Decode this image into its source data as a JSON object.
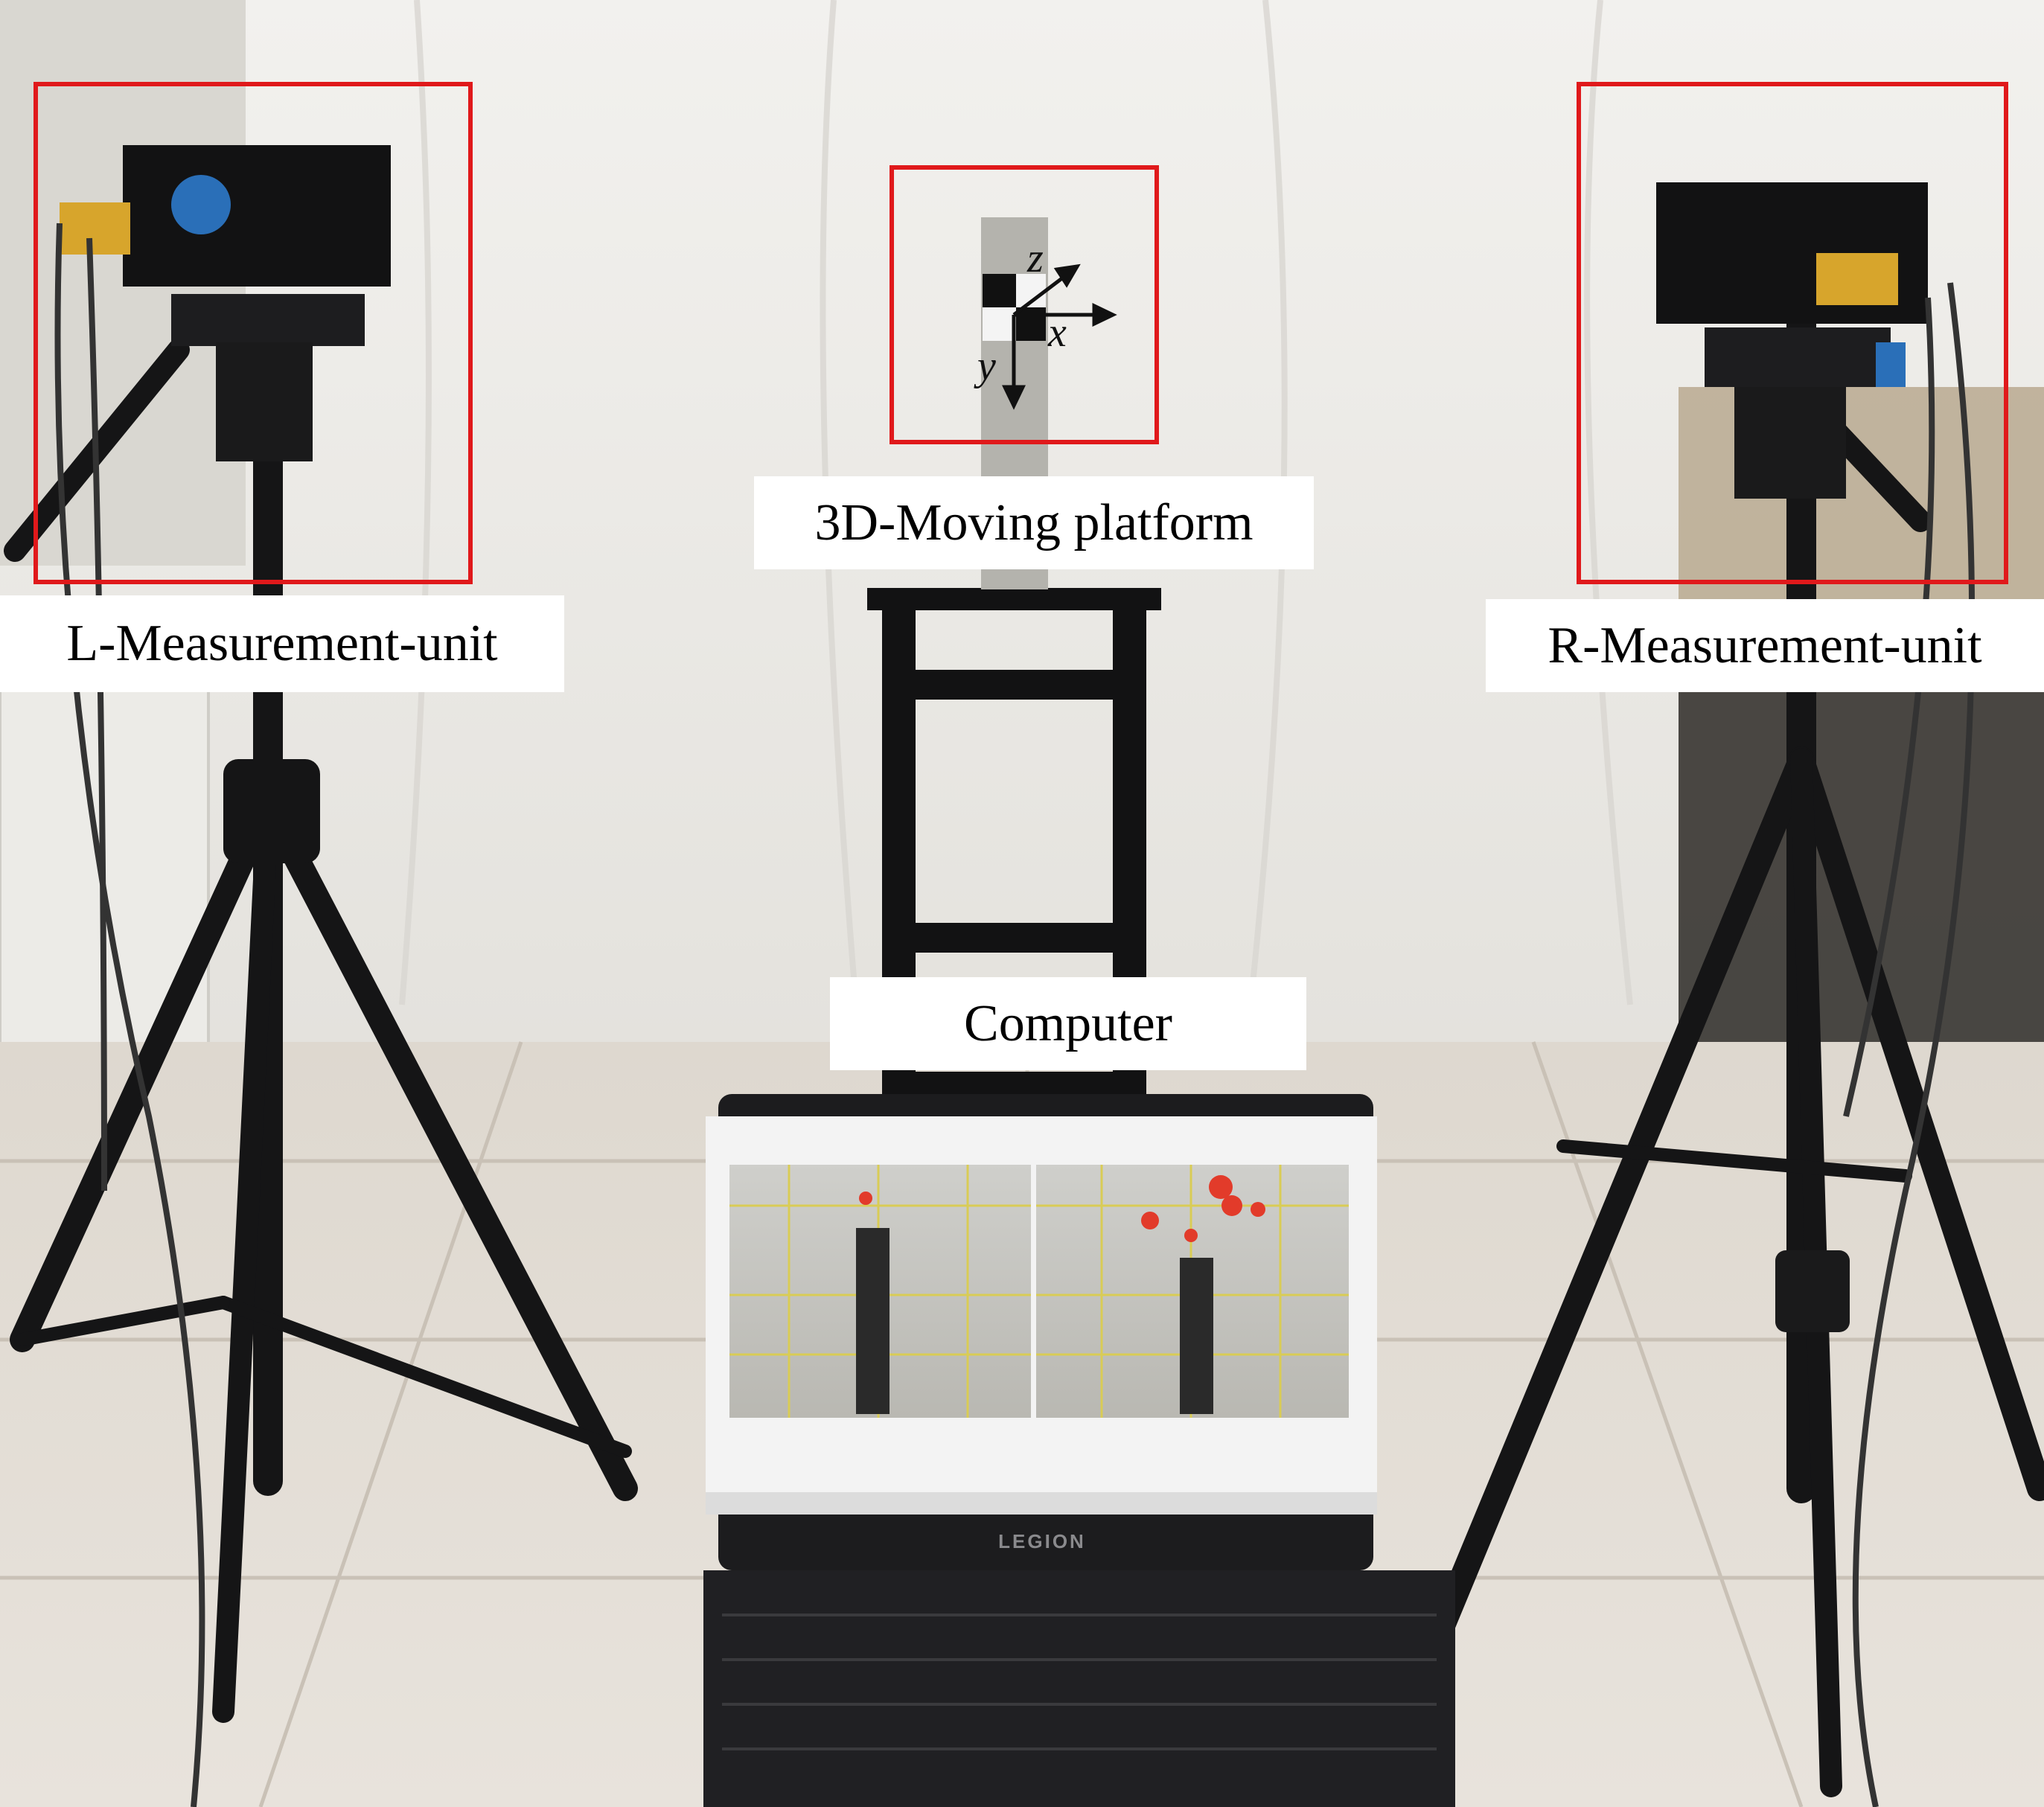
{
  "labels": {
    "left_unit": "L-Measurement-unit",
    "right_unit": "R-Measurement-unit",
    "platform": "3D-Moving platform",
    "computer": "Computer"
  },
  "axes": {
    "x": "x",
    "y": "y",
    "z": "z"
  },
  "laptop_brand": "LEGION",
  "colors": {
    "highlight_box": "#e0191b",
    "backdrop": "#ededeb",
    "floor": "#e2dbd1",
    "equipment": "#1b1b1c"
  }
}
